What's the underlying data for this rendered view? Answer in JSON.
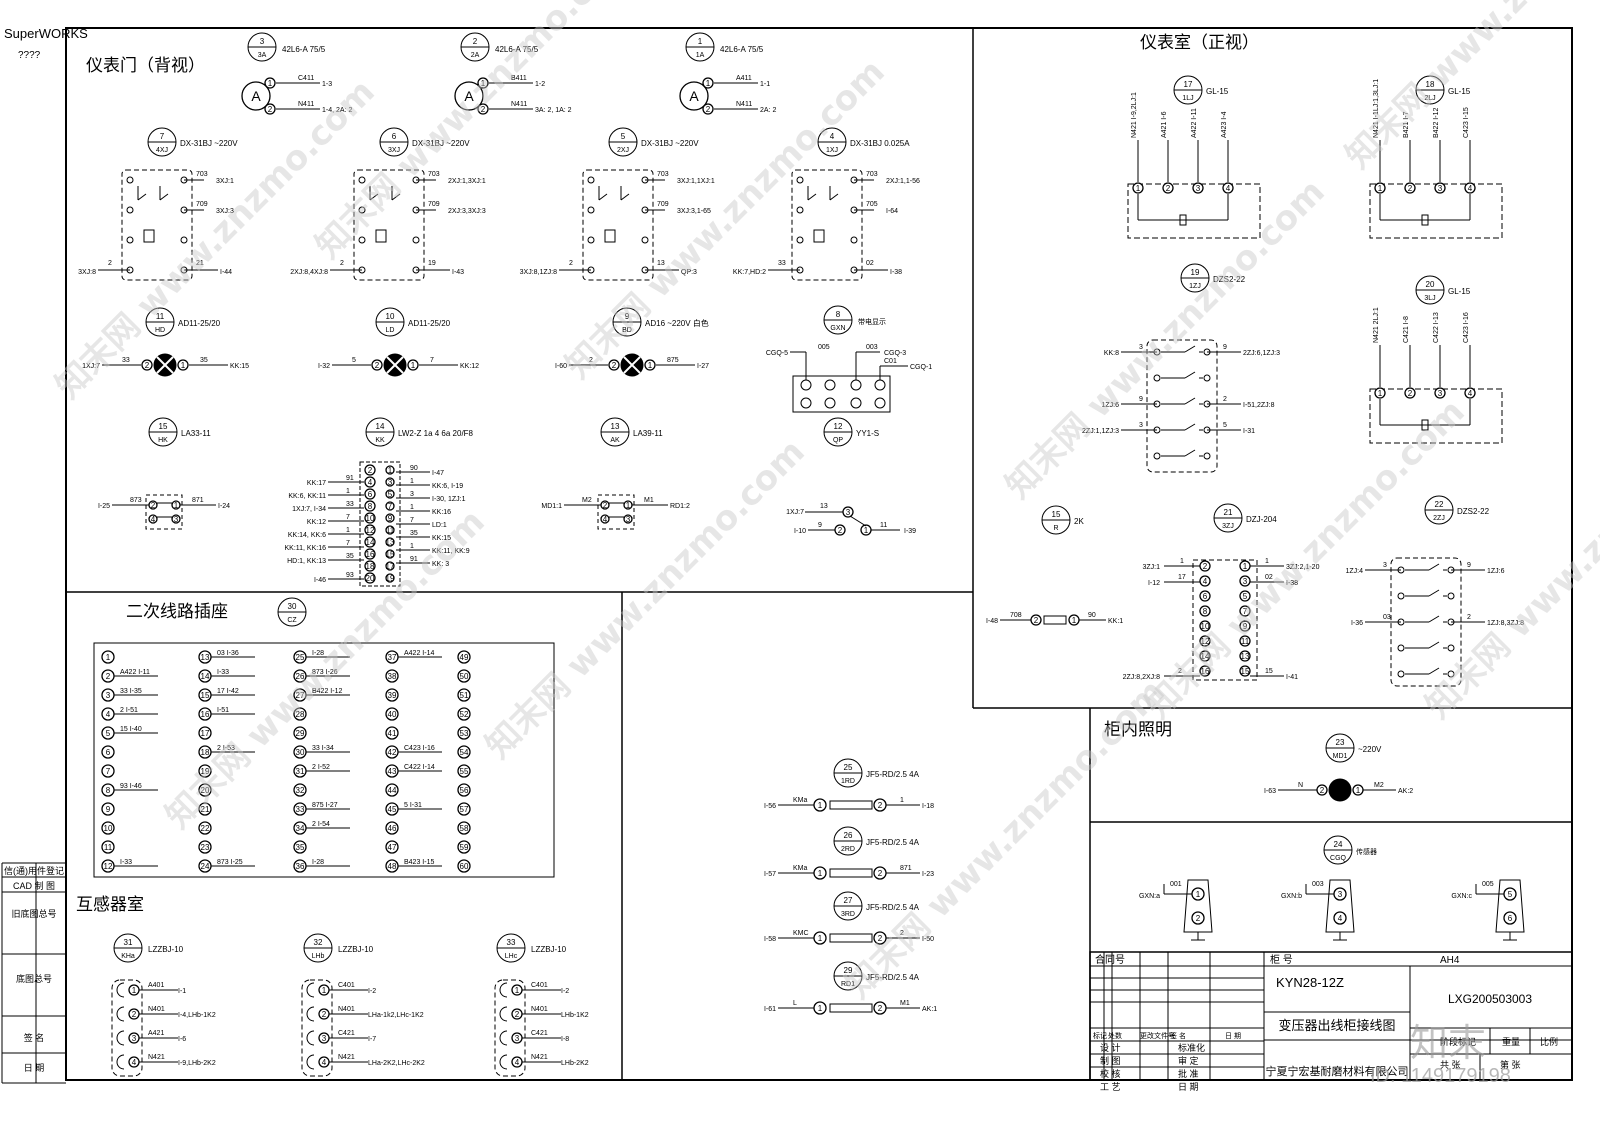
{
  "brand": {
    "name": "SuperWORKS",
    "sub": "????"
  },
  "sections": {
    "meter_door_back": "仪表门（背视）",
    "meter_room_front": "仪表室（正视）",
    "secondary_socket": "二次线路插座",
    "ct_room": "互感器室",
    "cabinet_light": "柜内照明"
  },
  "left_strip": [
    "信(通)用件登记",
    "CAD 制 图",
    "旧底图总号",
    "底图总号",
    "签 名",
    "日 期"
  ],
  "ammeters": [
    {
      "no": "3",
      "code": "3A",
      "model": "42L6-A 75/5",
      "t1": "C411",
      "w1": "1-3",
      "t2": "N411",
      "w2": "1-4, 2A: 2"
    },
    {
      "no": "2",
      "code": "2A",
      "model": "42L6-A 75/5",
      "t1": "B411",
      "w1": "1-2",
      "t2": "N411",
      "w2": "3A: 2, 1A: 2"
    },
    {
      "no": "1",
      "code": "1A",
      "model": "42L6-A 75/5",
      "t1": "A411",
      "w1": "1-1",
      "t2": "N411",
      "w2": "2A: 2"
    }
  ],
  "relays": [
    {
      "no": "7",
      "code": "4XJ",
      "model": "DX-31BJ ~220V",
      "a": "703",
      "aw": "3XJ:1",
      "b": "709",
      "bw": "3XJ:3",
      "l": "3XJ:8",
      "ln": "2",
      "r": "21",
      "rw": "I-44"
    },
    {
      "no": "6",
      "code": "3XJ",
      "model": "DX-31BJ ~220V",
      "a": "703",
      "aw": "2XJ:1,3XJ:1",
      "b": "709",
      "bw": "2XJ:3,3XJ:3",
      "l": "2XJ:8,4XJ:8",
      "ln": "2",
      "r": "19",
      "rw": "I-43"
    },
    {
      "no": "5",
      "code": "2XJ",
      "model": "DX-31BJ ~220V",
      "a": "703",
      "aw": "3XJ:1,1XJ:1",
      "b": "709",
      "bw": "3XJ:3,1-65",
      "l": "3XJ:8,1ZJ:8",
      "ln": "2",
      "r": "13",
      "rw": "QP:3"
    },
    {
      "no": "4",
      "code": "1XJ",
      "model": "DX-31BJ 0.025A",
      "a": "703",
      "aw": "2XJ:1,1-56",
      "b": "705",
      "bw": "I-64",
      "l": "KK:7,HD:2",
      "ln": "33",
      "r": "02",
      "rw": "I-38"
    }
  ],
  "lamps": [
    {
      "no": "11",
      "code": "HD",
      "model": "AD11-25/20",
      "l": "1XJ:7",
      "ln": "33",
      "r": "35",
      "rw": "KK:15"
    },
    {
      "no": "10",
      "code": "LD",
      "model": "AD11-25/20",
      "l": "I-32",
      "ln": "5",
      "r": "7",
      "rw": "KK:12"
    },
    {
      "no": "9",
      "code": "BD",
      "model": "AD16 ~220V 白色",
      "l": "I-60",
      "ln": "2",
      "r": "875",
      "rw": "I-27"
    }
  ],
  "gxn": {
    "no": "8",
    "code": "GXN",
    "note": "带电显示",
    "l": "CGQ-5",
    "a": "005",
    "b": "003",
    "bw": "CGQ-3",
    "c": "C01",
    "cw": "CGQ-1"
  },
  "buttons": [
    {
      "no": "15",
      "code": "HK",
      "model": "LA33-11",
      "l": "I-25",
      "ln": "873",
      "r": "871",
      "rw": "I-24"
    },
    {
      "no": "13",
      "code": "AK",
      "model": "LA39-11",
      "l": "MD1:1",
      "ln": "M2",
      "r": "M1",
      "rw": "RD1:2"
    }
  ],
  "switch14": {
    "no": "14",
    "code": "KK",
    "model": "LW2-Z 1a 4 6a 20/F8",
    "left": [
      "KK:17",
      "KK:6, KK:11",
      "1XJ:7, I-34",
      "KK:12",
      "KK:14, KK:6",
      "KK:11, KK:16",
      "HD:1, KK:13",
      "I-46"
    ],
    "leftn": [
      "91",
      "1",
      "33",
      "7",
      "1",
      "7",
      "35",
      "93"
    ],
    "right": [
      "I-47",
      "KK:6, I-19",
      "I-30, 1ZJ:1",
      "KK:16",
      "LD:1",
      "KK:15",
      "KK:11, KK:9",
      "KK: 3"
    ],
    "rightn": [
      "90",
      "1",
      "3",
      "1",
      "7",
      "35",
      "1",
      "91"
    ]
  },
  "qp": {
    "no": "12",
    "code": "QP",
    "model": "YY1-S",
    "a": "1XJ:7",
    "an": "13",
    "b": "I-10",
    "bn": "9",
    "c": "11",
    "cw": "I-39"
  },
  "front": {
    "ct17": {
      "no": "17",
      "code": "1LJ",
      "model": "GL-15",
      "wires": [
        "N421 I-9,2LJ:1",
        "A421 I-6",
        "A422 I-11",
        "A423 I-4"
      ]
    },
    "ct18": {
      "no": "18",
      "code": "2LJ",
      "model": "GL-15",
      "wires": [
        "N421 I-1LJ:1,3LJ:1",
        "B421 I-7",
        "B422 I-12",
        "C423 I-15"
      ]
    },
    "ct20": {
      "no": "20",
      "code": "3LJ",
      "model": "GL-15",
      "wires": [
        "N421 2LJ:1",
        "C421 I-8",
        "C422 I-13",
        "C423 I-16"
      ]
    },
    "r19": {
      "no": "19",
      "code": "1ZJ",
      "model": "DZS2-22",
      "l1": "KK:8",
      "l1n": "3",
      "r1": "2ZJ:6,1ZJ:3",
      "r1n": "9",
      "l2": "1ZJ:6",
      "l2n": "9",
      "r2": "I-51,2ZJ:8",
      "r2n": "2",
      "l3": "2ZJ:1,1ZJ:3",
      "l3n": "3",
      "r3": "I-31",
      "r3n": "5"
    },
    "r21": {
      "no": "21",
      "code": "3ZJ",
      "model": "DZJ-204",
      "l1": "3ZJ:1",
      "l1n": "1",
      "r1": "3ZJ:2,1-20",
      "r1n": "1",
      "l2": "I-12",
      "l2n": "17",
      "r2": "I-38",
      "r2n": "02",
      "l3": "2ZJ:8,2XJ:8",
      "l3n": "2",
      "r3": "I-41",
      "r3n": "15"
    },
    "r22": {
      "no": "22",
      "code": "2ZJ",
      "model": "DZS2-22",
      "l1": "1ZJ:4",
      "l1n": "3",
      "r1": "1ZJ:6",
      "r1n": "9",
      "l2": "I-36",
      "l2n": "03",
      "r2": "1ZJ:8,3ZJ:8",
      "r2n": "2"
    },
    "r15": {
      "no": "15",
      "code": "R",
      "model": "2K",
      "l": "I-48",
      "ln": "708",
      "r": "KK:1",
      "rn": "90"
    }
  },
  "socket": {
    "no": "30",
    "code": "CZ",
    "cols": [
      [
        [
          "1",
          ""
        ],
        [
          "2",
          "A422 I-11"
        ],
        [
          "3",
          "33 I-35"
        ],
        [
          "4",
          "2 I-51"
        ],
        [
          "5",
          "15 I-40"
        ],
        [
          "6",
          ""
        ],
        [
          "7",
          ""
        ],
        [
          "8",
          "93 I-46"
        ],
        [
          "9",
          ""
        ],
        [
          "10",
          ""
        ],
        [
          "11",
          ""
        ],
        [
          "12",
          "I-33"
        ]
      ],
      [
        [
          "13",
          "03 I-36"
        ],
        [
          "14",
          "I-33"
        ],
        [
          "15",
          "17 I-42"
        ],
        [
          "16",
          "I-51"
        ],
        [
          "17",
          ""
        ],
        [
          "18",
          "2 I-53"
        ],
        [
          "19",
          ""
        ],
        [
          "20",
          ""
        ],
        [
          "21",
          ""
        ],
        [
          "22",
          ""
        ],
        [
          "23",
          ""
        ],
        [
          "24",
          "873 I-25"
        ]
      ],
      [
        [
          "25",
          "I-28"
        ],
        [
          "26",
          "873 I-26"
        ],
        [
          "27",
          "B422 I-12"
        ],
        [
          "28",
          ""
        ],
        [
          "29",
          ""
        ],
        [
          "30",
          "33 I-34"
        ],
        [
          "31",
          "2 I-52"
        ],
        [
          "32",
          ""
        ],
        [
          "33",
          "875 I-27"
        ],
        [
          "34",
          "2 I-54"
        ],
        [
          "35",
          ""
        ],
        [
          "36",
          "I-28"
        ]
      ],
      [
        [
          "37",
          "A422 I-14"
        ],
        [
          "38",
          ""
        ],
        [
          "39",
          ""
        ],
        [
          "40",
          ""
        ],
        [
          "41",
          ""
        ],
        [
          "42",
          "C423 I-16"
        ],
        [
          "43",
          "C422 I-14"
        ],
        [
          "44",
          ""
        ],
        [
          "45",
          "5 I-31"
        ],
        [
          "46",
          ""
        ],
        [
          "47",
          ""
        ],
        [
          "48",
          "B423 I-15"
        ]
      ],
      [
        [
          "49",
          ""
        ],
        [
          "50",
          ""
        ],
        [
          "51",
          ""
        ],
        [
          "52",
          ""
        ],
        [
          "53",
          ""
        ],
        [
          "54",
          ""
        ],
        [
          "55",
          ""
        ],
        [
          "56",
          ""
        ],
        [
          "57",
          ""
        ],
        [
          "58",
          ""
        ],
        [
          "59",
          ""
        ],
        [
          "60",
          ""
        ]
      ]
    ]
  },
  "ct": [
    {
      "no": "31",
      "code": "KHa",
      "model": "LZZBJ-10",
      "w": [
        [
          "A401",
          "I-1"
        ],
        [
          "N401",
          "I-4,LHb-1K2"
        ],
        [
          "A421",
          "I-6"
        ],
        [
          "N421",
          "I-9,LHb-2K2"
        ]
      ]
    },
    {
      "no": "32",
      "code": "LHb",
      "model": "LZZBJ-10",
      "w": [
        [
          "C401",
          "I-2"
        ],
        [
          "N401",
          "LHa-1k2,LHc-1K2"
        ],
        [
          "C421",
          "I-7"
        ],
        [
          "N421",
          "LHa-2K2,LHc-2K2"
        ]
      ]
    },
    {
      "no": "33",
      "code": "LHc",
      "model": "LZZBJ-10",
      "w": [
        [
          "C401",
          "I-2"
        ],
        [
          "N401",
          "LHb-1K2"
        ],
        [
          "C421",
          "I-8"
        ],
        [
          "N421",
          "LHb-2K2"
        ]
      ]
    }
  ],
  "fuses": [
    {
      "no": "25",
      "code": "1RD",
      "model": "JF5-RD/2.5 4A",
      "l": "I-56",
      "ln": "KMa",
      "r": "1",
      "rw": "I-18"
    },
    {
      "no": "26",
      "code": "2RD",
      "model": "JF5-RD/2.5 4A",
      "l": "I-57",
      "ln": "KMa",
      "r": "871",
      "rw": "I-23"
    },
    {
      "no": "27",
      "code": "3RD",
      "model": "JF5-RD/2.5 4A",
      "l": "I-58",
      "ln": "KMC",
      "r": "2",
      "rw": "I-50"
    },
    {
      "no": "29",
      "code": "RD1",
      "model": "JF5-RD/2.5 4A",
      "l": "I-61",
      "ln": "L",
      "r": "M1",
      "rw": "AK:1"
    }
  ],
  "light": {
    "no": "23",
    "code": "MD1",
    "model": "~220V",
    "l": "I-63",
    "ln": "N",
    "r": "M2",
    "rw": "AK:2"
  },
  "sensor": {
    "no": "24",
    "code": "CGQ",
    "note": "传感器",
    "units": [
      {
        "l": "GXN:a",
        "n": "001",
        "t": "1",
        "b": "2"
      },
      {
        "l": "GXN:b",
        "n": "003",
        "t": "3",
        "b": "4"
      },
      {
        "l": "GXN:c",
        "n": "005",
        "t": "5",
        "b": "6"
      }
    ]
  },
  "title_block": {
    "contract": "合同号",
    "cabinet_label": "柜 号",
    "cabinet": "AH4",
    "model": "KYN28-12Z",
    "drawing_no": "LXG200503003",
    "title": "变压器出线柜接线图",
    "company": "宁夏宁宏基耐磨材料有限公司",
    "roles": [
      "设 计",
      "制 图",
      "校 核",
      "工 艺"
    ],
    "checks": [
      "标准化",
      "审 定",
      "批 准",
      "日 期"
    ],
    "rev_head": [
      "标记",
      "处数",
      "更改文件号",
      "签 名",
      "日 期"
    ],
    "right_head": [
      "阶段标记",
      "重量",
      "比例"
    ],
    "sheets": [
      "共  张",
      "第  张"
    ]
  },
  "watermark": {
    "text": "知末网 www.znzmo.com",
    "id": "ID: 1149179198",
    "logo": "知末"
  }
}
